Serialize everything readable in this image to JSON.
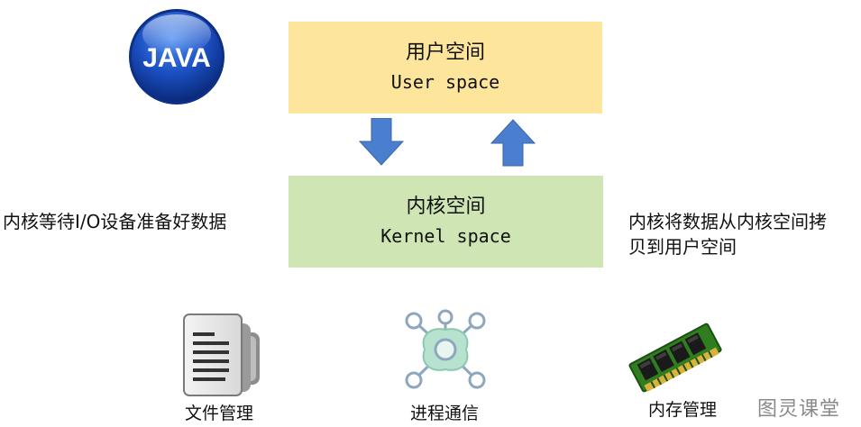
{
  "logo": {
    "text": "JAVA",
    "icon": "java-logo-icon"
  },
  "user_space": {
    "title": "用户空间",
    "subtitle": "User space",
    "color": "#fde59b"
  },
  "kernel_space": {
    "title": "内核空间",
    "subtitle": "Kernel space",
    "color": "#cfe6b4"
  },
  "arrows": {
    "down_icon": "arrow-down-icon",
    "up_icon": "arrow-up-icon",
    "color": "#4a7fcf"
  },
  "left_caption": "内核等待I/O设备准备好数据",
  "right_caption": {
    "line1": "内核将数据从内核空间拷",
    "line2": "贝到用户空间"
  },
  "bottom_items": [
    {
      "icon": "file-document-icon",
      "label": "文件管理"
    },
    {
      "icon": "process-network-icon",
      "label": "进程通信"
    },
    {
      "icon": "memory-chip-icon",
      "label": "内存管理"
    }
  ],
  "watermark": "图灵课堂"
}
